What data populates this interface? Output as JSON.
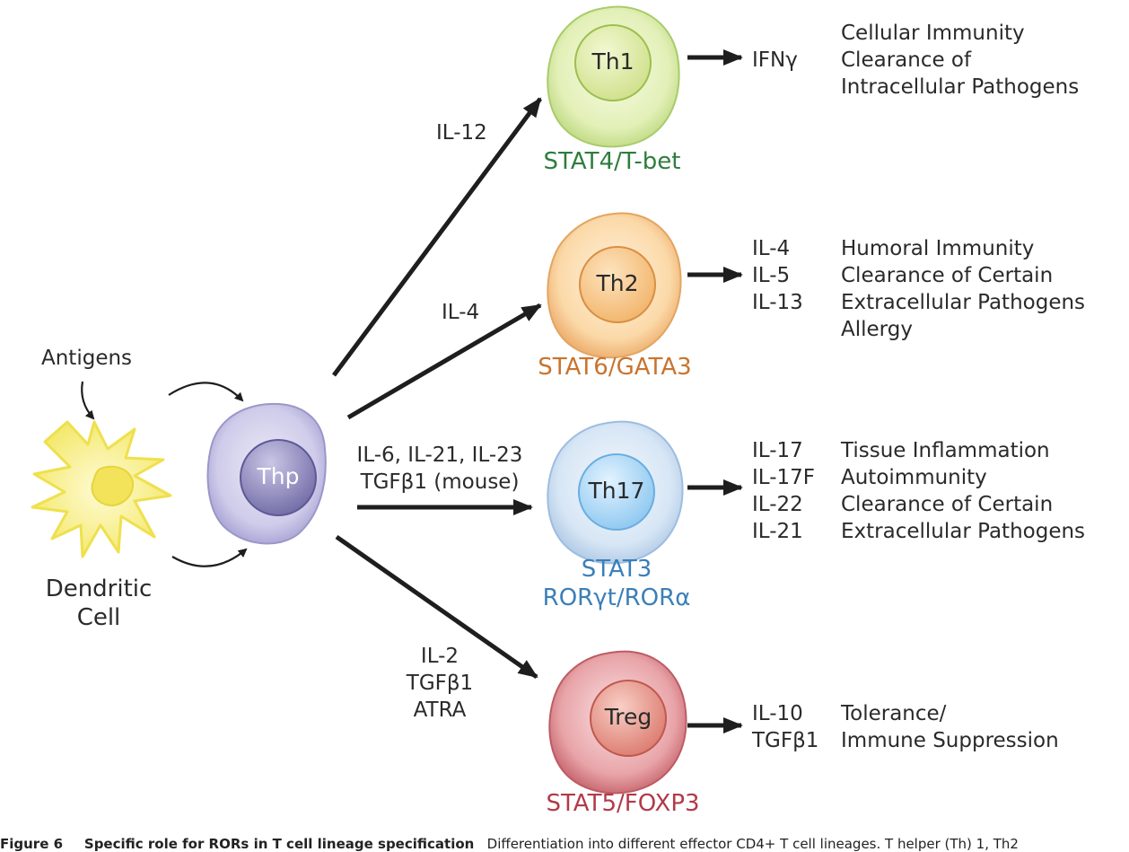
{
  "colors": {
    "th1": "#2e7d3e",
    "th2": "#c8742e",
    "th17": "#3b7fb8",
    "treg": "#b23a48",
    "arrow": "#1e1e1e"
  },
  "dendritic": {
    "antigens_label": "Antigens",
    "cell_label_line1": "Dendritic",
    "cell_label_line2": "Cell"
  },
  "thp": {
    "label": "Thp"
  },
  "lineages": {
    "th1": {
      "label": "Th1",
      "cytokine_inputs": [
        "IL-12"
      ],
      "transcription_factors": [
        "STAT4/T-bet"
      ],
      "outputs": [
        "IFNγ"
      ],
      "functions": [
        "Cellular Immunity",
        "Clearance of",
        "Intracellular Pathogens"
      ]
    },
    "th2": {
      "label": "Th2",
      "cytokine_inputs": [
        "IL-4"
      ],
      "transcription_factors": [
        "STAT6/GATA3"
      ],
      "outputs": [
        "IL-4",
        "IL-5",
        "IL-13"
      ],
      "functions": [
        "Humoral Immunity",
        "Clearance of Certain",
        "Extracellular Pathogens",
        "Allergy"
      ]
    },
    "th17": {
      "label": "Th17",
      "cytokine_inputs": [
        "IL-6, IL-21, IL-23",
        "TGFβ1 (mouse)"
      ],
      "transcription_factors": [
        "STAT3",
        "RORγt/RORα"
      ],
      "outputs": [
        "IL-17",
        "IL-17F",
        "IL-22",
        "IL-21"
      ],
      "functions": [
        "Tissue Inflammation",
        "Autoimmunity",
        "Clearance of Certain",
        "Extracellular Pathogens"
      ]
    },
    "treg": {
      "label": "Treg",
      "cytokine_inputs": [
        "IL-2",
        "TGFβ1",
        "ATRA"
      ],
      "transcription_factors": [
        "STAT5/FOXP3"
      ],
      "outputs": [
        "IL-10",
        "TGFβ1"
      ],
      "functions": [
        "Tolerance/",
        "Immune Suppression"
      ]
    }
  },
  "caption": {
    "label": "Figure 6",
    "title": "Specific role for RORs in T cell lineage specification",
    "text": "Differentiation into different effector CD4+ T cell lineages. T helper (Th) 1, Th2"
  }
}
